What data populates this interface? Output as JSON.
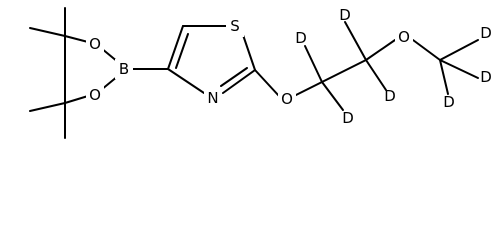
{
  "molecule": {
    "atoms": {
      "sulfur": "S",
      "thiazole_nitrogen": "N",
      "boron": "B",
      "boronate_oxygen_top": "O",
      "boronate_oxygen_bottom": "O",
      "ether_oxygen_ring": "O",
      "ether_oxygen_chain": "O",
      "deuterium": "D"
    }
  }
}
